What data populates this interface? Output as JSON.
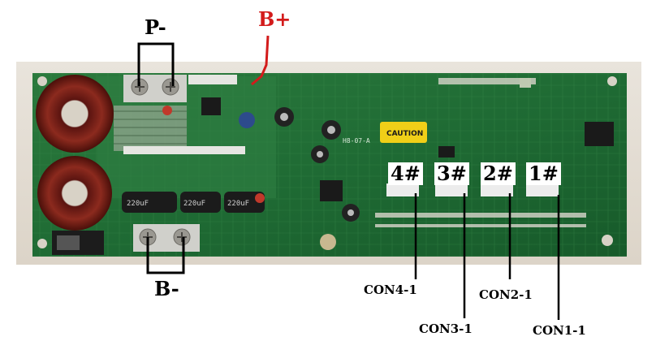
{
  "labels": {
    "p_minus": "P-",
    "b_plus": "B+",
    "b_minus": "B-",
    "con4_1": "CON4-1",
    "con3_1": "CON3-1",
    "con2_1": "CON2-1",
    "con1_1": "CON1-1"
  },
  "connectors": {
    "c4": "4#",
    "c3": "3#",
    "c2": "2#",
    "c1": "1#"
  },
  "board_markings": {
    "caution_tag": "CAUTION",
    "cap_1": "220uF",
    "cap_2": "220uF",
    "cap_3": "220uF",
    "code": "H8-07-A"
  },
  "colors": {
    "pcb_green": "#1f6b34",
    "annotation_red": "#d31b1b",
    "background_wall": "#e8e1d6"
  }
}
